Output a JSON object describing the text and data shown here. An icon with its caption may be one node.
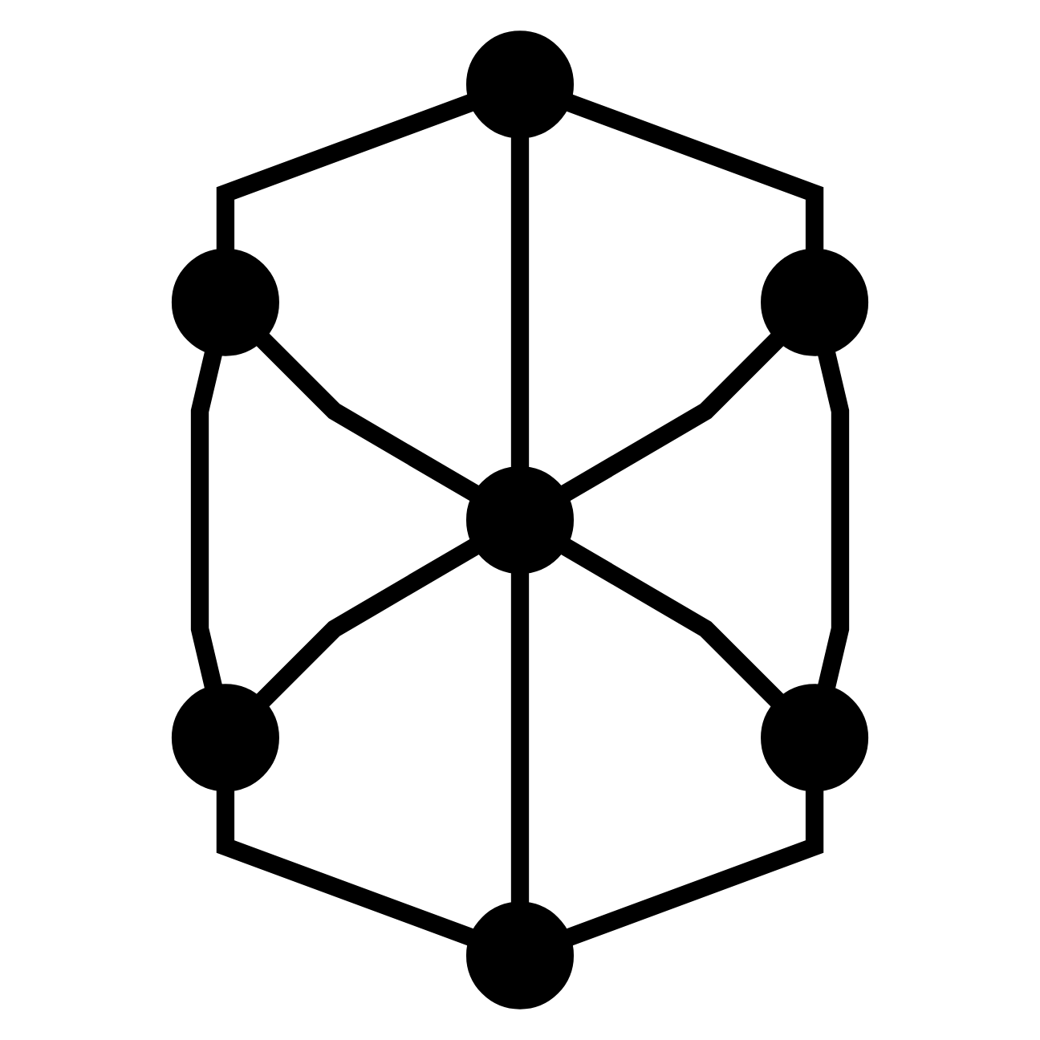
{
  "diagram": {
    "nodes": [
      {
        "text": [],
        "shape": "circle"
      },
      {
        "text": [],
        "shape": "circle"
      },
      {
        "text": [],
        "shape": "circle"
      },
      {
        "text": [],
        "shape": "circle"
      },
      {
        "text": [],
        "shape": "circle"
      },
      {
        "text": [],
        "shape": "circle"
      },
      {
        "text": [],
        "shape": "circle"
      }
    ],
    "edges": [
      {
        "from": 0,
        "to": 1,
        "arrow": "none"
      },
      {
        "from": 0,
        "to": 3,
        "arrow": "none"
      },
      {
        "from": 0,
        "to": 2,
        "arrow": "none"
      },
      {
        "from": 1,
        "to": 4,
        "arrow": "none"
      },
      {
        "from": 1,
        "to": 3,
        "arrow": "none"
      },
      {
        "from": 2,
        "to": 3,
        "arrow": "none"
      },
      {
        "from": 2,
        "to": 5,
        "arrow": "none"
      },
      {
        "from": 3,
        "to": 4,
        "arrow": "none"
      },
      {
        "from": 3,
        "to": 6,
        "arrow": "none"
      },
      {
        "from": 3,
        "to": 5,
        "arrow": "none"
      },
      {
        "from": 4,
        "to": 6,
        "arrow": "none"
      },
      {
        "from": 5,
        "to": 6,
        "arrow": "none"
      }
    ]
  }
}
